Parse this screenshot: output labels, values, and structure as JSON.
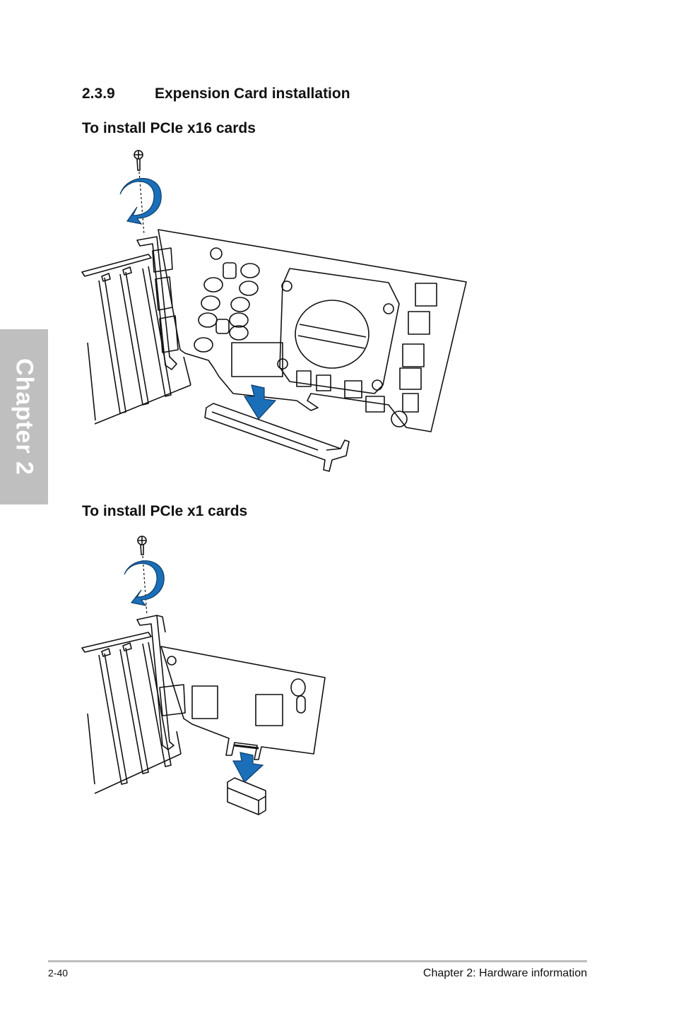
{
  "chapter_tab": {
    "label": "Chapter 2"
  },
  "section": {
    "number": "2.3.9",
    "title": "Expension Card installation"
  },
  "subsections": [
    {
      "heading": "To install PCIe x16 cards"
    },
    {
      "heading": "To install PCIe x1 cards"
    }
  ],
  "footer": {
    "page_number": "2-40",
    "chapter_title": "Chapter 2: Hardware information"
  },
  "colors": {
    "accent_blue": "#1a6fb8",
    "tab_gray": "#bfbfbf",
    "rule_gray": "#bdbdbd"
  },
  "icons": [
    "screw-icon",
    "rotate-arrow-icon",
    "down-arrow-icon"
  ]
}
